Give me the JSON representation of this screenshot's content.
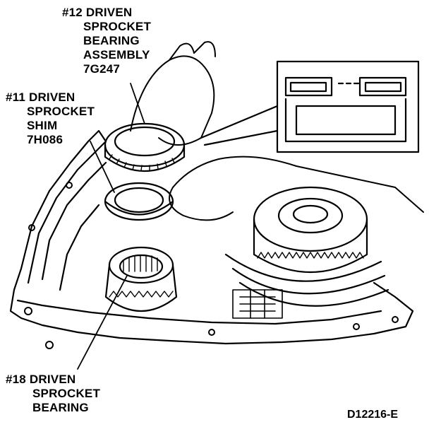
{
  "callouts": {
    "part12": {
      "number": "#12",
      "lines": [
        "DRIVEN",
        "SPROCKET",
        "BEARING",
        "ASSEMBLY",
        "7G247"
      ]
    },
    "part11": {
      "number": "#11",
      "lines": [
        "DRIVEN",
        "SPROCKET",
        "SHIM",
        "7H086"
      ]
    },
    "part18": {
      "number": "#18",
      "lines": [
        "DRIVEN",
        "SPROCKET",
        "BEARING"
      ]
    }
  },
  "figure_code": "D12216-E",
  "colors": {
    "ink": "#000000",
    "paper": "#ffffff"
  }
}
